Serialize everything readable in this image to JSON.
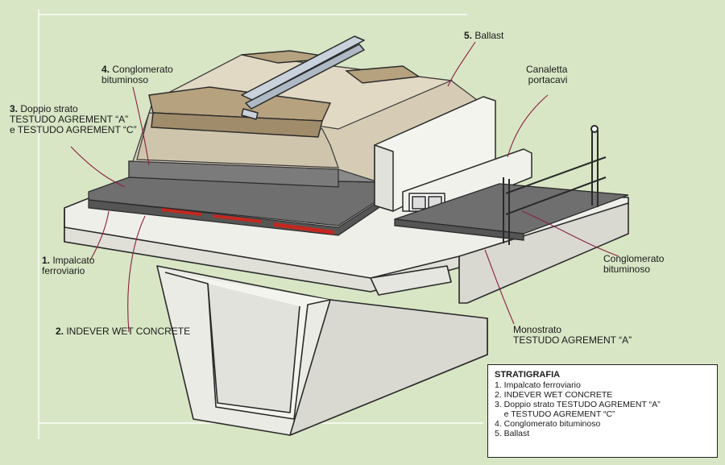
{
  "callouts": {
    "c1": {
      "num": "1.",
      "text": " Impalcato\nferroviario"
    },
    "c2": {
      "num": "2.",
      "text": " INDEVER WET CONCRETE"
    },
    "c3": {
      "num": "3.",
      "text": " Doppio strato\nTESTUDO AGREMENT “A”\ne TESTUDO AGREMENT “C”"
    },
    "c4": {
      "num": "4.",
      "text": " Conglomerato\nbituminoso"
    },
    "c5": {
      "num": "5.",
      "text": " Ballast"
    },
    "canaletta": "Canaletta\nportacavi",
    "conglo_right": "Conglomerato\nbituminoso",
    "monostrato": "Monostrato\nTESTUDO AGREMENT “A”"
  },
  "legend": {
    "title": "STRATIGRAFIA",
    "items": [
      "1. Impalcato ferroviario",
      "2. INDEVER WET CONCRETE",
      "3. Doppio strato TESTUDO AGREMENT “A”",
      "    e TESTUDO AGREMENT “C”",
      "4. Conglomerato bituminoso",
      "5. Ballast"
    ]
  },
  "colors": {
    "background": "#d8e6c5",
    "concrete": "#e9e9e4",
    "bitumen": "#6f6f6f",
    "membrane": "#c3281f",
    "ballast": "#d6ccb5",
    "sleeper": "#b6a27f",
    "leader": "#8a2040"
  }
}
